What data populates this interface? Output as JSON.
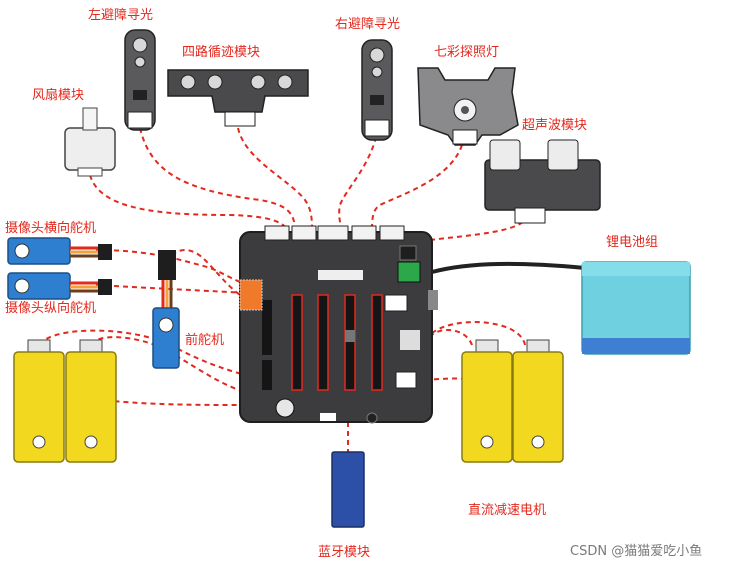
{
  "labels": {
    "left_obstacle": "左避障寻光",
    "four_way": "四路循迹模块",
    "right_obstacle": "右避障寻光",
    "colorful_light": "七彩探照灯",
    "fan": "风扇模块",
    "ultrasonic": "超声波模块",
    "servo_horizontal": "摄像头横向舵机",
    "servo_vertical": "摄像头纵向舵机",
    "front_servo": "前舵机",
    "battery": "锂电池组",
    "dc_motor": "直流减速电机",
    "bluetooth": "蓝牙模块"
  },
  "watermark": "CSDN @猫猫爱吃小鱼",
  "colors": {
    "label_red": "#e3281e",
    "wire_red": "#e3281e",
    "board": "#3c3c3e",
    "module_dark": "#4a4a4c",
    "motor_yellow": "#f2d81e",
    "servo_blue": "#2f7fd0",
    "battery_cyan": "#6fd0df",
    "bluetooth_blue": "#2c4fa8"
  }
}
